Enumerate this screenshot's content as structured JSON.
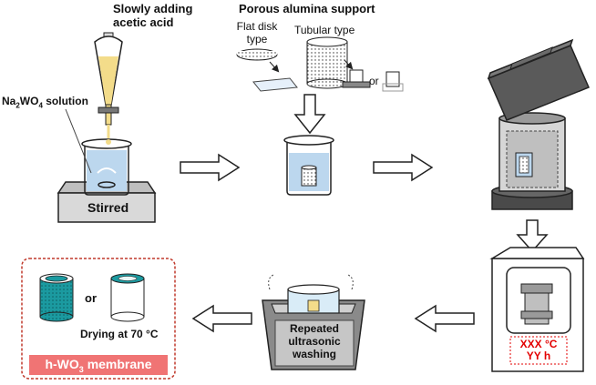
{
  "labels": {
    "adding_line1": "Slowly adding",
    "adding_line2": "acetic acid",
    "solution_prefix": "Na",
    "solution_sub1": "2",
    "solution_mid": "WO",
    "solution_sub2": "4",
    "solution_suffix": " solution",
    "stirred": "Stirred",
    "support_title": "Porous alumina support",
    "flat_disk_line1": "Flat disk",
    "flat_disk_line2": "type",
    "tubular": "Tubular type",
    "or_small": "or",
    "oven_temp": "XXX °C",
    "oven_time": "YY h",
    "washing_line1": "Repeated",
    "washing_line2": "ultrasonic",
    "washing_line3": "washing",
    "or_result": "or",
    "drying": "Drying at 70 °C",
    "membrane_prefix": "h-WO",
    "membrane_sub": "3",
    "membrane_suffix": " membrane"
  },
  "colors": {
    "solution_blue": "#bcd7ee",
    "liquid_yellow": "#f3dc8a",
    "oven_red": "#e30000",
    "membrane_banner": "#f07474",
    "membrane_border": "#c0392b",
    "teal": "#1b9aa0",
    "autoclave_dark": "#5a5a5a",
    "stir_plate": "#d9d9d9"
  }
}
